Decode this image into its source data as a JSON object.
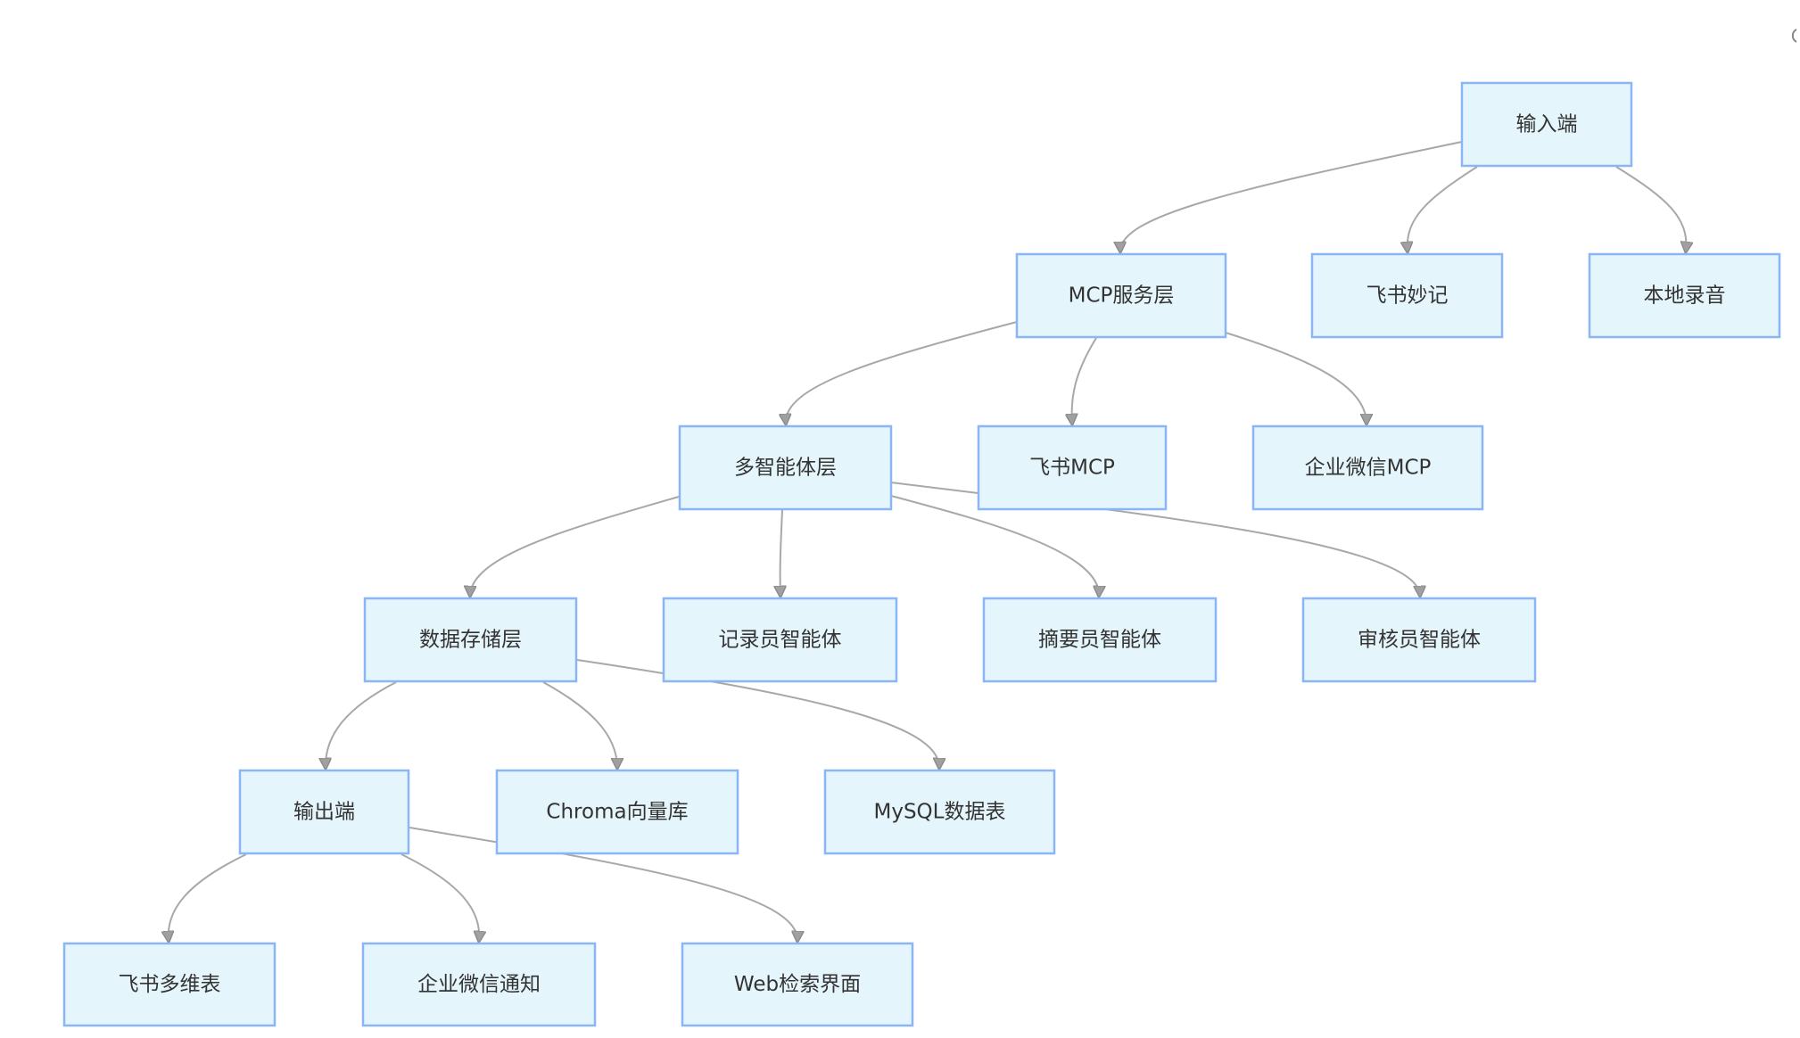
{
  "diagram": {
    "type": "flowchart-tree",
    "colors": {
      "node_fill": "#e5f5fc",
      "node_border": "#8ab6f5",
      "edge": "#a8a8a8",
      "text": "#333333"
    },
    "nodes": {
      "input": "输入端",
      "mcp_layer": "MCP服务层",
      "feishu_minutes": "飞书妙记",
      "local_recording": "本地录音",
      "multi_agent_layer": "多智能体层",
      "feishu_mcp": "飞书MCP",
      "wecom_mcp": "企业微信MCP",
      "storage_layer": "数据存储层",
      "recorder_agent": "记录员智能体",
      "summarizer_agent": "摘要员智能体",
      "reviewer_agent": "审核员智能体",
      "output": "输出端",
      "chroma_db": "Chroma向量库",
      "mysql_table": "MySQL数据表",
      "feishu_bitable": "飞书多维表",
      "wecom_notify": "企业微信通知",
      "web_search_ui": "Web检索界面"
    },
    "edges": [
      [
        "input",
        "mcp_layer"
      ],
      [
        "input",
        "feishu_minutes"
      ],
      [
        "input",
        "local_recording"
      ],
      [
        "mcp_layer",
        "multi_agent_layer"
      ],
      [
        "mcp_layer",
        "feishu_mcp"
      ],
      [
        "mcp_layer",
        "wecom_mcp"
      ],
      [
        "multi_agent_layer",
        "storage_layer"
      ],
      [
        "multi_agent_layer",
        "recorder_agent"
      ],
      [
        "multi_agent_layer",
        "summarizer_agent"
      ],
      [
        "multi_agent_layer",
        "reviewer_agent"
      ],
      [
        "storage_layer",
        "output"
      ],
      [
        "storage_layer",
        "chroma_db"
      ],
      [
        "storage_layer",
        "mysql_table"
      ],
      [
        "output",
        "feishu_bitable"
      ],
      [
        "output",
        "wecom_notify"
      ],
      [
        "output",
        "web_search_ui"
      ]
    ]
  }
}
